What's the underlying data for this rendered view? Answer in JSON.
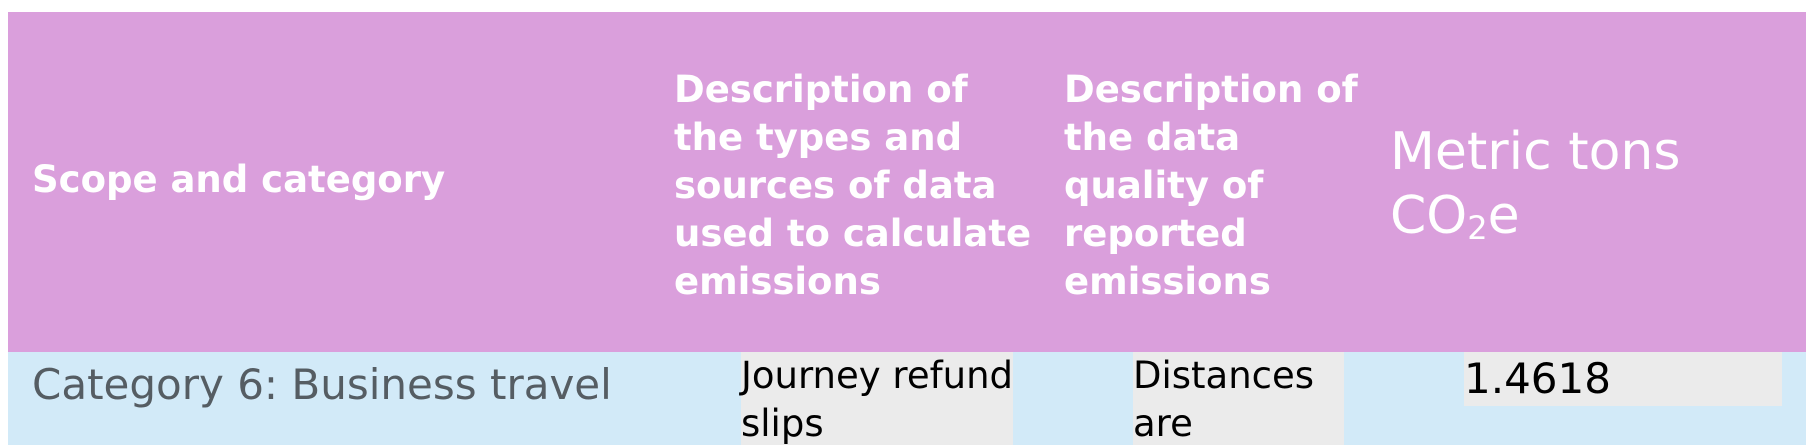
{
  "header": {
    "scope_label": "Scope and category",
    "types_sources_label": "Description of the types and sources of data used to calculate emissions",
    "quality_label": "Description of the data quality of reported emissions",
    "metric_main": "Metric tons CO",
    "metric_sub": "2",
    "metric_suffix": "e"
  },
  "row": {
    "category": "Category 6: Business travel",
    "data_types": "Journey refund slips",
    "data_quality": "Distances are",
    "metric_value": "1.4618"
  },
  "colors": {
    "header_bg": "#da9fdc",
    "row_bg": "#d2eaf8",
    "cell_bg": "#ebebeb",
    "category_text": "#555d63"
  }
}
